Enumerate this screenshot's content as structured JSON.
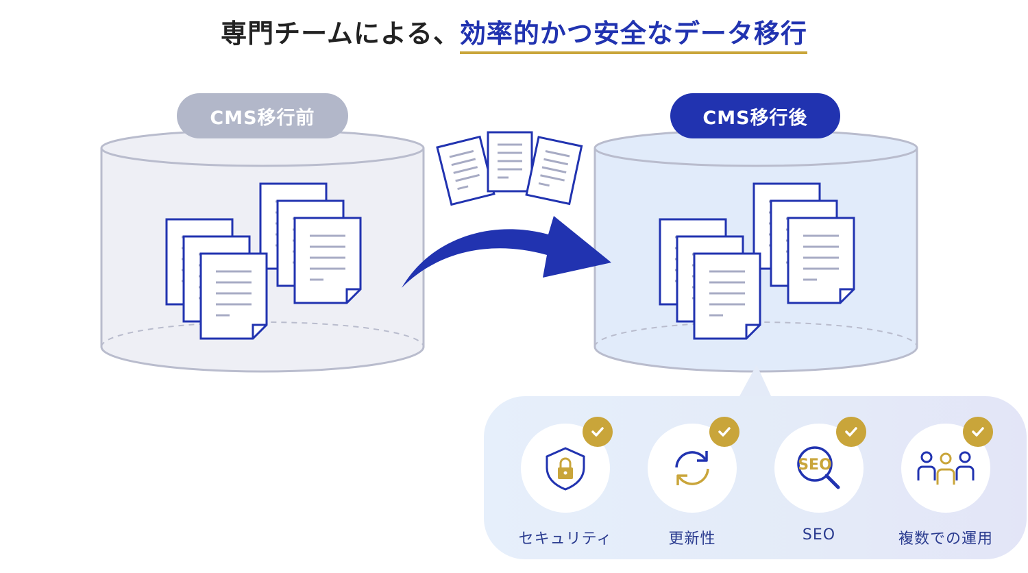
{
  "headline": {
    "prefix": "専門チームによる、",
    "accent": "効率的かつ安全なデータ移行"
  },
  "before_label": "CMS移行前",
  "after_label": "CMS移行後",
  "features": [
    {
      "label": "セキュリティ",
      "icon": "shield-lock-icon"
    },
    {
      "label": "更新性",
      "icon": "refresh-icon"
    },
    {
      "label": "SEO",
      "icon": "seo-magnifier-icon",
      "icon_text": "SEO"
    },
    {
      "label": "複数での運用",
      "icon": "team-icon"
    }
  ],
  "colors": {
    "brand_blue": "#2133b0",
    "gold": "#c9a53a",
    "before_pill": "#b2b7c9",
    "before_cylinder": "#eeeff5",
    "after_cylinder": "#e1ebfa"
  }
}
